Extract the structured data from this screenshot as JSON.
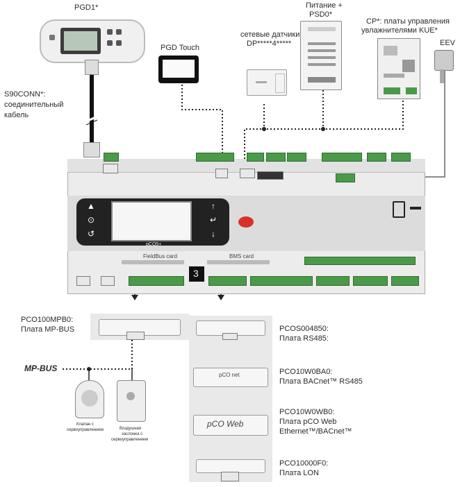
{
  "top_labels": {
    "pgd1": "PGD1*",
    "pgd_touch": "PGD Touch",
    "sensors_line1": "сетевые датчики",
    "sensors_line2": "DP*****4*****",
    "power_line1": "Питание +",
    "power_line2": "PSD0*",
    "cp_line1": "CP*: платы управления",
    "cp_line2": "увлажнителями KUE*",
    "eev": "EEV",
    "cable_line1": "S90CONN*:",
    "cable_line2": "соединительный",
    "cable_line3": "кабель"
  },
  "controller": {
    "fieldbus_label": "FieldBus card",
    "bms_label": "BMS card",
    "display_digits": "3",
    "brand": "pCO5+",
    "keys": [
      "▲",
      "⊙",
      "↺",
      "↑",
      "↵",
      "↓"
    ]
  },
  "left_cards": {
    "mpb_line1": "PCO100MPB0:",
    "mpb_line2": "Плата MP-BUS",
    "mpbus": "MP-BUS",
    "valve_line1": "Клапан с",
    "valve_line2": "сервоуправлением",
    "damper_line1": "Воздушная",
    "damper_line2": "заслонка с",
    "damper_line3": "сервоуправлением"
  },
  "right_cards": [
    {
      "line1": "PCOS004850:",
      "line2": "Плата RS485:",
      "line3": ""
    },
    {
      "line1": "PCO10W0BA0:",
      "line2": "Плата BACnet™ RS485",
      "line3": ""
    },
    {
      "line1": "PCO10W0WB0:",
      "line2": "Плата pCO Web",
      "line3": "Ethernet™/BACnet™"
    },
    {
      "line1": "PCO10000F0:",
      "line2": "Плата LON",
      "line3": ""
    }
  ],
  "card_logos": {
    "bacnet": "pCO net",
    "web": "pCO Web"
  },
  "colors": {
    "terminal_green": "#4a9a4a",
    "keypad_black": "#222222",
    "card_bg": "#e9e9e9",
    "logo_red": "#d9302a"
  }
}
